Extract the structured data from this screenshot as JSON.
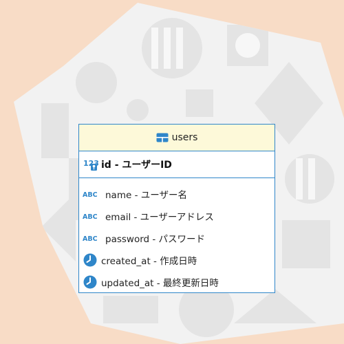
{
  "entity": {
    "name": "users",
    "primary_key": {
      "label": "id - ユーザーID",
      "icon": "number-key-icon"
    },
    "attributes": [
      {
        "label": "name - ユーザー名",
        "icon": "text-type-icon"
      },
      {
        "label": "email - ユーザーアドレス",
        "icon": "text-type-icon"
      },
      {
        "label": "password - パスワード",
        "icon": "text-type-icon"
      },
      {
        "label": "created_at - 作成日時",
        "icon": "clock-icon"
      },
      {
        "label": "updated_at - 最終更新日時",
        "icon": "clock-icon"
      }
    ]
  },
  "colors": {
    "background": "#f8dcc6",
    "canvas": "#eeeeee",
    "entity_border": "#2f86c9",
    "header_fill": "#fdf9d9",
    "icon_blue": "#2f86c9"
  }
}
